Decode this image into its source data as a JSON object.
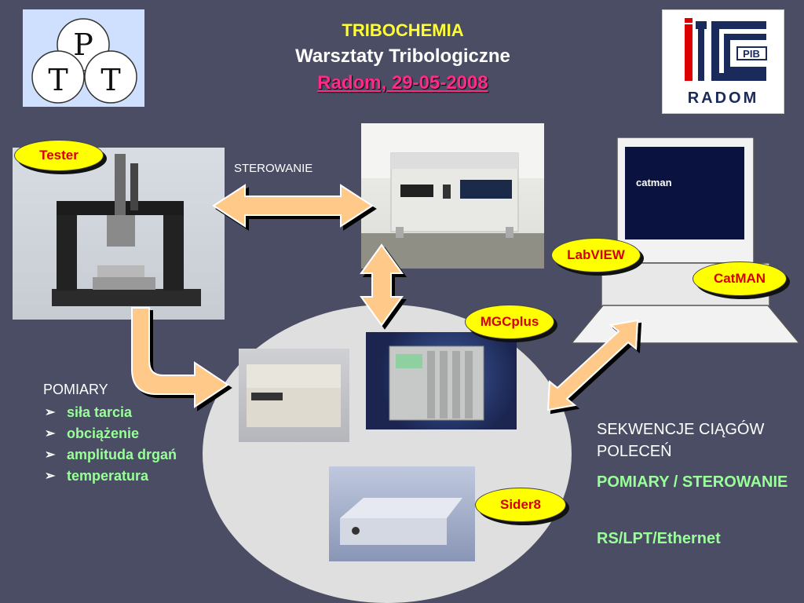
{
  "title": {
    "line1": "TRIBOCHEMIA",
    "line2": "Warsztaty Tribologiczne",
    "line3": "Radom, 29-05-2008"
  },
  "logos": {
    "left_letters": [
      "P",
      "T",
      "T"
    ],
    "right_text": "RADOM",
    "right_badge": "PIB"
  },
  "labels": {
    "tester": "Tester",
    "sterowanie": "STEROWANIE",
    "labview": "LabVIEW",
    "catman": "CatMAN",
    "mgcplus": "MGCplus",
    "sider8": "Sider8"
  },
  "pomiary": {
    "heading": "POMIARY",
    "items": [
      "siła tarcia",
      "obciążenie",
      "amplituda drgań",
      "temperatura"
    ]
  },
  "right_text": {
    "line1": "SEKWENCJE CIĄGÓW POLECEŃ",
    "line2": "POMIARY / STEROWANIE",
    "line3": "RS/LPT/Ethernet"
  },
  "colors": {
    "background": "#4a4d63",
    "title_yellow": "#ffff33",
    "date_pink": "#ff2a8a",
    "bubble_fill": "#ffff00",
    "bubble_text": "#d60000",
    "list_green": "#99ff99",
    "arrow_fill": "#ffc98a"
  }
}
